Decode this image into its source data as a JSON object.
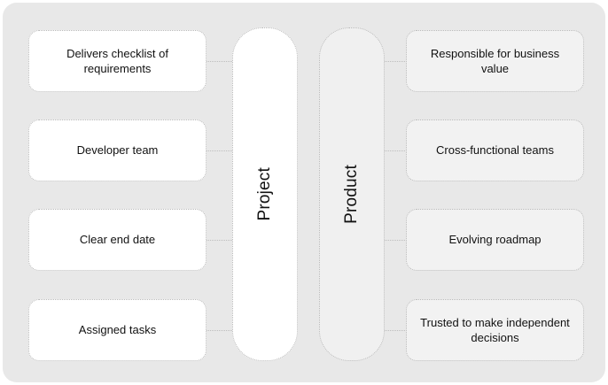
{
  "diagram": {
    "background_color": "#e8e8e8",
    "box_border_color": "#b9b9b9",
    "left_box_color": "#ffffff",
    "right_box_color": "#f2f2f2",
    "center_left_color": "#ffffff",
    "center_right_color": "#f0f0f0",
    "text_color": "#111111",
    "columns": [
      {
        "label": "Project",
        "side": "left"
      },
      {
        "label": "Product",
        "side": "right"
      }
    ],
    "left_items": [
      {
        "label": "Delivers checklist of requirements"
      },
      {
        "label": "Developer team"
      },
      {
        "label": "Clear end date"
      },
      {
        "label": "Assigned tasks"
      }
    ],
    "right_items": [
      {
        "label": "Responsible for business value"
      },
      {
        "label": "Cross-functional teams"
      },
      {
        "label": "Evolving roadmap"
      },
      {
        "label": "Trusted to make independent decisions"
      }
    ]
  }
}
